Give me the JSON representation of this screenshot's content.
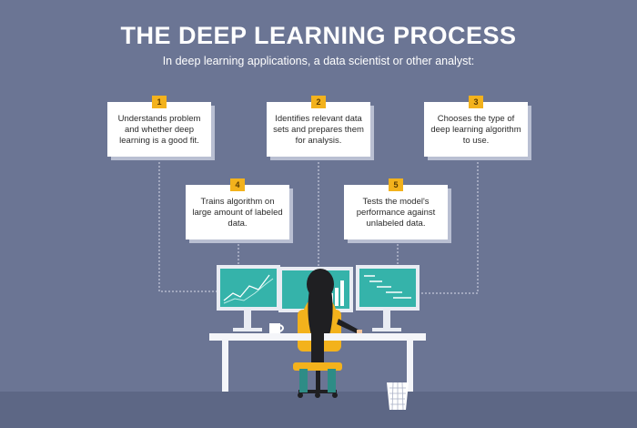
{
  "header": {
    "title": "THE DEEP LEARNING PROCESS",
    "subtitle": "In deep learning applications, a data scientist or other analyst:"
  },
  "steps": [
    {
      "number": "1",
      "text": "Understands problem and whether deep learning is a good fit."
    },
    {
      "number": "2",
      "text": "Identifies relevant data sets and prepares them for analysis."
    },
    {
      "number": "3",
      "text": "Chooses the type of deep learning algorithm to use."
    },
    {
      "number": "4",
      "text": "Trains algorithm on large amount of labeled data."
    },
    {
      "number": "5",
      "text": "Tests the model's performance against unlabeled data."
    }
  ],
  "colors": {
    "background": "#6b7594",
    "accent": "#f3b21c",
    "screen": "#35b3aa",
    "card": "#ffffff"
  }
}
